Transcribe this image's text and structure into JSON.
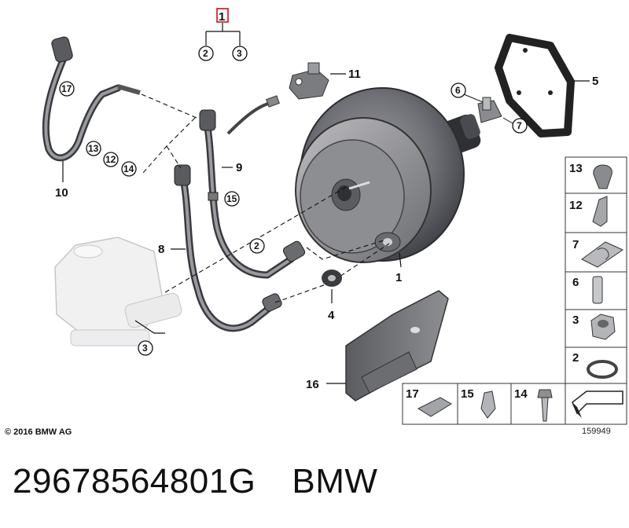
{
  "diagram": {
    "callouts": {
      "c1": "1",
      "c2a": "2",
      "c2b": "2",
      "c3a": "3",
      "c3b": "3",
      "c4": "4",
      "c5": "5",
      "c6": "6",
      "c7": "7",
      "c8": "8",
      "c9": "9",
      "c10": "10",
      "c11": "11",
      "c12": "12",
      "c13": "13",
      "c14": "14",
      "c15": "15",
      "c16": "16",
      "c17": "17",
      "top1": "1"
    },
    "legend": {
      "r13": "13",
      "r12": "12",
      "r7": "7",
      "r6": "6",
      "r3": "3",
      "r2": "2",
      "b17": "17",
      "b15": "15",
      "b14": "14"
    },
    "copyright": "© 2016 BMW AG",
    "figure_number": "159949"
  },
  "caption": {
    "part_number": "29678564801G",
    "brand": "BMW"
  }
}
